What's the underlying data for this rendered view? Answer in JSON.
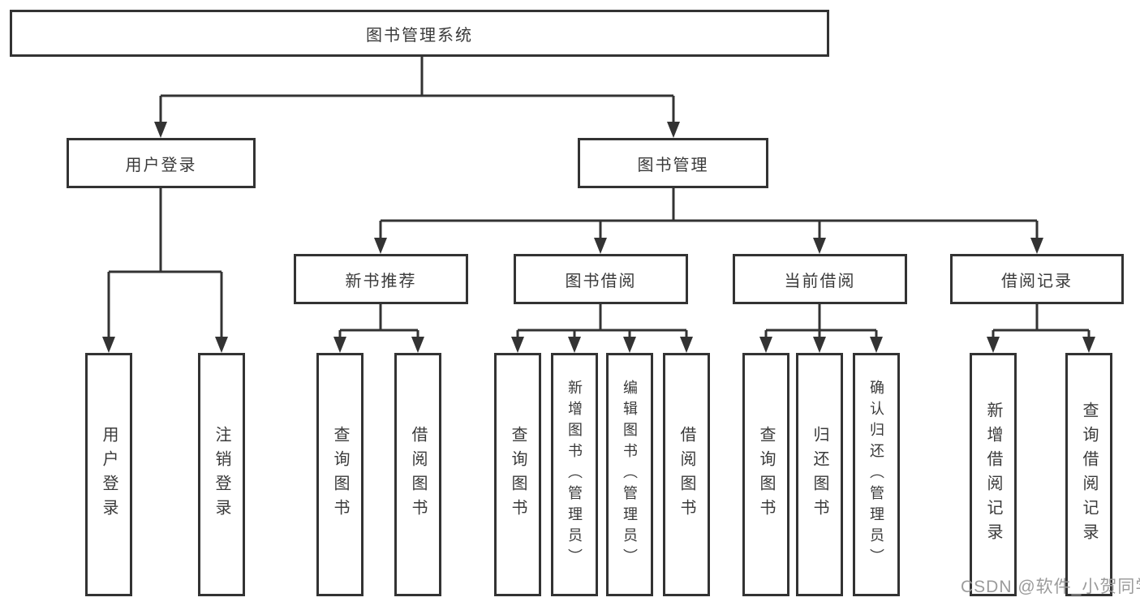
{
  "root": {
    "label": "图书管理系统"
  },
  "level2": [
    {
      "label": "用户登录"
    },
    {
      "label": "图书管理"
    }
  ],
  "level3": [
    {
      "label": "新书推荐"
    },
    {
      "label": "图书借阅"
    },
    {
      "label": "当前借阅"
    },
    {
      "label": "借阅记录"
    }
  ],
  "leaves": {
    "user_login": [
      {
        "label": "用户登录"
      },
      {
        "label": "注销登录"
      }
    ],
    "new_book": [
      {
        "label": "查询图书"
      },
      {
        "label": "借阅图书"
      }
    ],
    "book_borrow": [
      {
        "label": "查询图书"
      },
      {
        "label": "新增图书（管理员）"
      },
      {
        "label": "编辑图书（管理员）"
      },
      {
        "label": "借阅图书"
      }
    ],
    "current_borrow": [
      {
        "label": "查询图书"
      },
      {
        "label": "归还图书"
      },
      {
        "label": "确认归还（管理员）"
      }
    ],
    "borrow_record": [
      {
        "label": "新增借阅记录"
      },
      {
        "label": "查询借阅记录"
      }
    ]
  },
  "watermark": {
    "text": "CSDN @软件_小贺同学"
  },
  "colors": {
    "line": "#333333",
    "box_border": "#333333",
    "text": "#3a3a3a",
    "watermark": "#9b9b9b",
    "background": "#ffffff"
  }
}
